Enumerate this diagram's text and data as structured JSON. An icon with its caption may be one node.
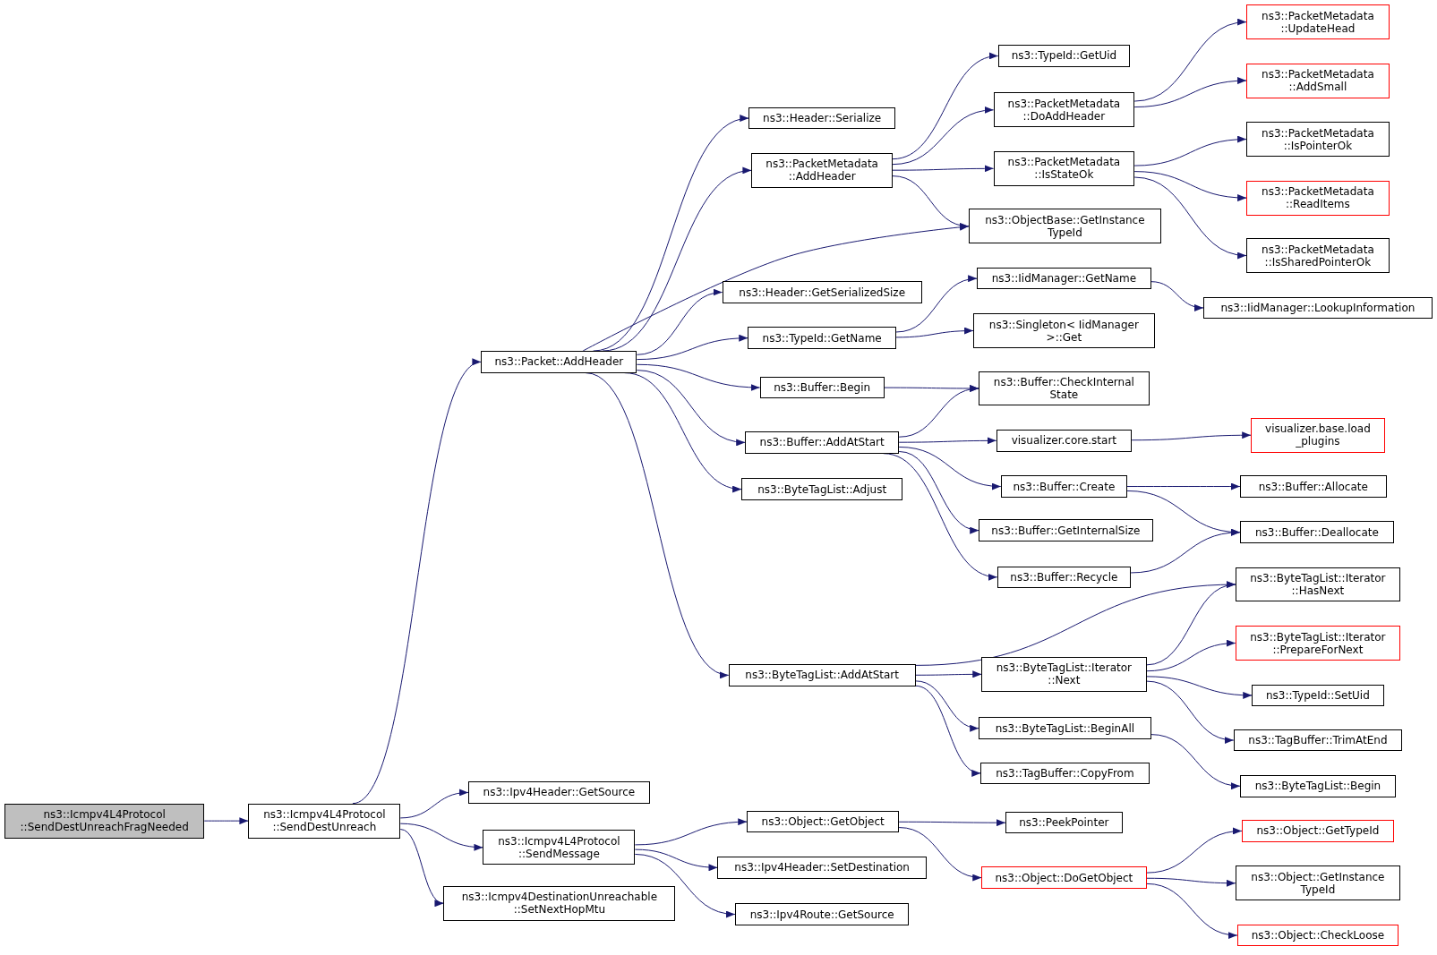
{
  "diagram": {
    "nodes": [
      {
        "text": [
          "ns3::Icmpv4L4Protocol ::SendDestUnreachFragNeeded"
        ]
      },
      {
        "text": [
          "ns3::Icmpv4L4Protocol ::SendDestUnreach"
        ]
      },
      {
        "text": [
          "ns3::Packet::AddHeader"
        ]
      },
      {
        "text": [
          "ns3::Ipv4Header::GetSource"
        ]
      },
      {
        "text": [
          "ns3::Icmpv4L4Protocol ::SendMessage"
        ]
      },
      {
        "text": [
          "ns3::Icmpv4DestinationUnreachable ::SetNextHopMtu"
        ]
      },
      {
        "text": [
          "ns3::Header::Serialize"
        ]
      },
      {
        "text": [
          "ns3::PacketMetadata ::AddHeader"
        ]
      },
      {
        "text": [
          "ns3::ObjectBase::GetInstance TypeId"
        ]
      },
      {
        "text": [
          "ns3::Header::GetSerializedSize"
        ]
      },
      {
        "text": [
          "ns3::TypeId::GetName"
        ]
      },
      {
        "text": [
          "ns3::Buffer::Begin"
        ]
      },
      {
        "text": [
          "ns3::Buffer::AddAtStart"
        ]
      },
      {
        "text": [
          "ns3::ByteTagList::Adjust"
        ]
      },
      {
        "text": [
          "ns3::ByteTagList::AddAtStart"
        ]
      },
      {
        "text": [
          "ns3::TypeId::GetUid"
        ]
      },
      {
        "text": [
          "ns3::PacketMetadata ::DoAddHeader"
        ]
      },
      {
        "text": [
          "ns3::PacketMetadata ::IsStateOk"
        ]
      },
      {
        "text": [
          "ns3::IidManager::GetName"
        ]
      },
      {
        "text": [
          "ns3::Singleton< IidManager >::Get"
        ]
      },
      {
        "text": [
          "ns3::Buffer::CheckInternal State"
        ]
      },
      {
        "text": [
          "visualizer.core.start"
        ]
      },
      {
        "text": [
          "ns3::Buffer::Create"
        ]
      },
      {
        "text": [
          "ns3::Buffer::GetInternalSize"
        ]
      },
      {
        "text": [
          "ns3::Buffer::Recycle"
        ]
      },
      {
        "text": [
          "ns3::ByteTagList::Iterator ::Next"
        ]
      },
      {
        "text": [
          "ns3::ByteTagList::BeginAll"
        ]
      },
      {
        "text": [
          "ns3::TagBuffer::CopyFrom"
        ]
      },
      {
        "text": [
          "ns3::Object::GetObject"
        ]
      },
      {
        "text": [
          "ns3::Ipv4Header::SetDestination"
        ]
      },
      {
        "text": [
          "ns3::Ipv4Route::GetSource"
        ]
      },
      {
        "text": [
          "ns3::PeekPointer"
        ]
      },
      {
        "text": [
          "ns3::Object::DoGetObject"
        ]
      },
      {
        "text": [
          "ns3::PacketMetadata ::UpdateHead"
        ]
      },
      {
        "text": [
          "ns3::PacketMetadata ::AddSmall"
        ]
      },
      {
        "text": [
          "ns3::PacketMetadata ::IsPointerOk"
        ]
      },
      {
        "text": [
          "ns3::PacketMetadata ::ReadItems"
        ]
      },
      {
        "text": [
          "ns3::PacketMetadata ::IsSharedPointerOk"
        ]
      },
      {
        "text": [
          "ns3::IidManager::LookupInformation"
        ]
      },
      {
        "text": [
          "visualizer.base.load _plugins"
        ]
      },
      {
        "text": [
          "ns3::Buffer::Allocate"
        ]
      },
      {
        "text": [
          "ns3::Buffer::Deallocate"
        ]
      },
      {
        "text": [
          "ns3::ByteTagList::Iterator ::HasNext"
        ]
      },
      {
        "text": [
          "ns3::ByteTagList::Iterator ::PrepareForNext"
        ]
      },
      {
        "text": [
          "ns3::TypeId::SetUid"
        ]
      },
      {
        "text": [
          "ns3::TagBuffer::TrimAtEnd"
        ]
      },
      {
        "text": [
          "ns3::ByteTagList::Begin"
        ]
      },
      {
        "text": [
          "ns3::Object::GetTypeId"
        ]
      },
      {
        "text": [
          "ns3::Object::GetInstance TypeId"
        ]
      },
      {
        "text": [
          "ns3::Object::CheckLoose"
        ]
      }
    ],
    "edges": [
      {
        "from": 0,
        "to": 1,
        "arrow": "to"
      },
      {
        "from": 1,
        "to": 2,
        "arrow": "to"
      },
      {
        "from": 1,
        "to": 3,
        "arrow": "to"
      },
      {
        "from": 1,
        "to": 4,
        "arrow": "to"
      },
      {
        "from": 1,
        "to": 5,
        "arrow": "to"
      },
      {
        "from": 2,
        "to": 6,
        "arrow": "to"
      },
      {
        "from": 2,
        "to": 7,
        "arrow": "to"
      },
      {
        "from": 2,
        "to": 8,
        "arrow": "to"
      },
      {
        "from": 2,
        "to": 9,
        "arrow": "to"
      },
      {
        "from": 2,
        "to": 10,
        "arrow": "to"
      },
      {
        "from": 2,
        "to": 11,
        "arrow": "to"
      },
      {
        "from": 2,
        "to": 12,
        "arrow": "to"
      },
      {
        "from": 2,
        "to": 13,
        "arrow": "to"
      },
      {
        "from": 2,
        "to": 14,
        "arrow": "to"
      },
      {
        "from": 4,
        "to": 28,
        "arrow": "to"
      },
      {
        "from": 4,
        "to": 29,
        "arrow": "to"
      },
      {
        "from": 4,
        "to": 30,
        "arrow": "to"
      },
      {
        "from": 7,
        "to": 15,
        "arrow": "to"
      },
      {
        "from": 7,
        "to": 16,
        "arrow": "to"
      },
      {
        "from": 7,
        "to": 17,
        "arrow": "to"
      },
      {
        "from": 7,
        "to": 8,
        "arrow": "to"
      },
      {
        "from": 16,
        "to": 33,
        "arrow": "to"
      },
      {
        "from": 16,
        "to": 34,
        "arrow": "to"
      },
      {
        "from": 17,
        "to": 35,
        "arrow": "to"
      },
      {
        "from": 17,
        "to": 36,
        "arrow": "to"
      },
      {
        "from": 17,
        "to": 37,
        "arrow": "to"
      },
      {
        "from": 10,
        "to": 18,
        "arrow": "to"
      },
      {
        "from": 10,
        "to": 19,
        "arrow": "to"
      },
      {
        "from": 18,
        "to": 38,
        "arrow": "to"
      },
      {
        "from": 11,
        "to": 20,
        "arrow": "to"
      },
      {
        "from": 12,
        "to": 20,
        "arrow": "to"
      },
      {
        "from": 12,
        "to": 21,
        "arrow": "to"
      },
      {
        "from": 12,
        "to": 22,
        "arrow": "to"
      },
      {
        "from": 12,
        "to": 23,
        "arrow": "to"
      },
      {
        "from": 12,
        "to": 24,
        "arrow": "to"
      },
      {
        "from": 21,
        "to": 39,
        "arrow": "to"
      },
      {
        "from": 22,
        "to": 40,
        "arrow": "to"
      },
      {
        "from": 22,
        "to": 41,
        "arrow": "to"
      },
      {
        "from": 24,
        "to": 41,
        "arrow": "to"
      },
      {
        "from": 14,
        "to": 42,
        "arrow": "to"
      },
      {
        "from": 14,
        "to": 25,
        "arrow": "to"
      },
      {
        "from": 14,
        "to": 26,
        "arrow": "to"
      },
      {
        "from": 14,
        "to": 27,
        "arrow": "to"
      },
      {
        "from": 25,
        "to": 42,
        "arrow": "to"
      },
      {
        "from": 25,
        "to": 43,
        "arrow": "to"
      },
      {
        "from": 25,
        "to": 44,
        "arrow": "to"
      },
      {
        "from": 25,
        "to": 45,
        "arrow": "to"
      },
      {
        "from": 26,
        "to": 46,
        "arrow": "to"
      },
      {
        "from": 28,
        "to": 31,
        "arrow": "to"
      },
      {
        "from": 28,
        "to": 32,
        "arrow": "to"
      },
      {
        "from": 32,
        "to": 47,
        "arrow": "to"
      },
      {
        "from": 32,
        "to": 48,
        "arrow": "to"
      },
      {
        "from": 32,
        "to": 49,
        "arrow": "to"
      }
    ]
  }
}
